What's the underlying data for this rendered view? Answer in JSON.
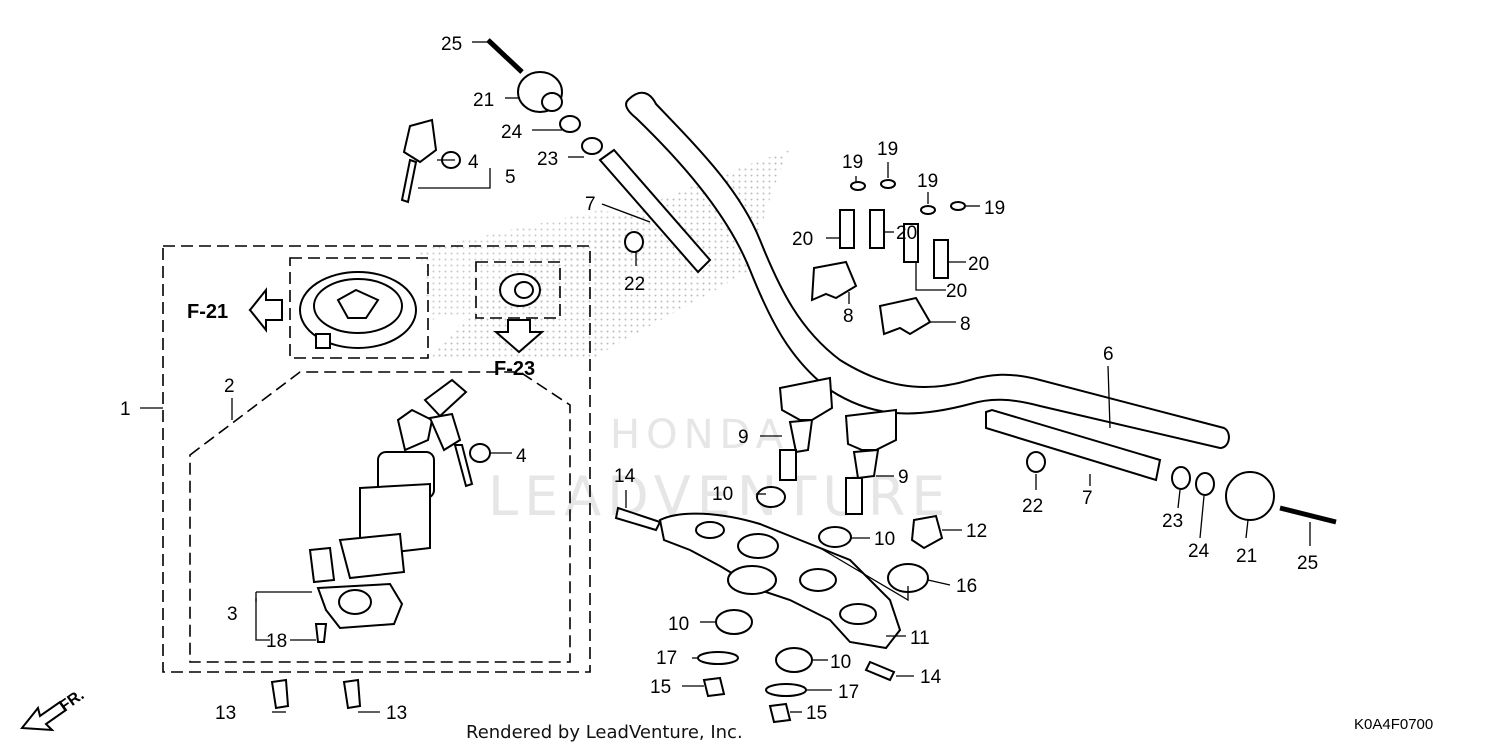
{
  "diagram": {
    "part_labels": {
      "l1": "1",
      "l2": "2",
      "l3": "3",
      "l4a": "4",
      "l4b": "4",
      "l5": "5",
      "l6": "6",
      "l7a": "7",
      "l7b": "7",
      "l8a": "8",
      "l8b": "8",
      "l9a": "9",
      "l9b": "9",
      "l10a": "10",
      "l10b": "10",
      "l10c": "10",
      "l10d": "10",
      "l11": "11",
      "l12": "12",
      "l13a": "13",
      "l13b": "13",
      "l14a": "14",
      "l14b": "14",
      "l15a": "15",
      "l15b": "15",
      "l16": "16",
      "l17a": "17",
      "l17b": "17",
      "l18": "18",
      "l19a": "19",
      "l19b": "19",
      "l19c": "19",
      "l19d": "19",
      "l20a": "20",
      "l20b": "20",
      "l20c": "20",
      "l20d": "20",
      "l21a": "21",
      "l21b": "21",
      "l22a": "22",
      "l22b": "22",
      "l23a": "23",
      "l23b": "23",
      "l24a": "24",
      "l24b": "24",
      "l25a": "25",
      "l25b": "25"
    },
    "ref_f21": "F-21",
    "ref_f23": "F-23",
    "front_label": "FR.",
    "watermark": "LEADVENTURE",
    "watermark_brand": "HONDA",
    "footer": "Rendered by LeadVenture, Inc.",
    "diagram_code": "K0A4F0700"
  },
  "colors": {
    "line": "#000000",
    "watermark": "#e6e6e6",
    "stipple": "#bdbdbd"
  }
}
